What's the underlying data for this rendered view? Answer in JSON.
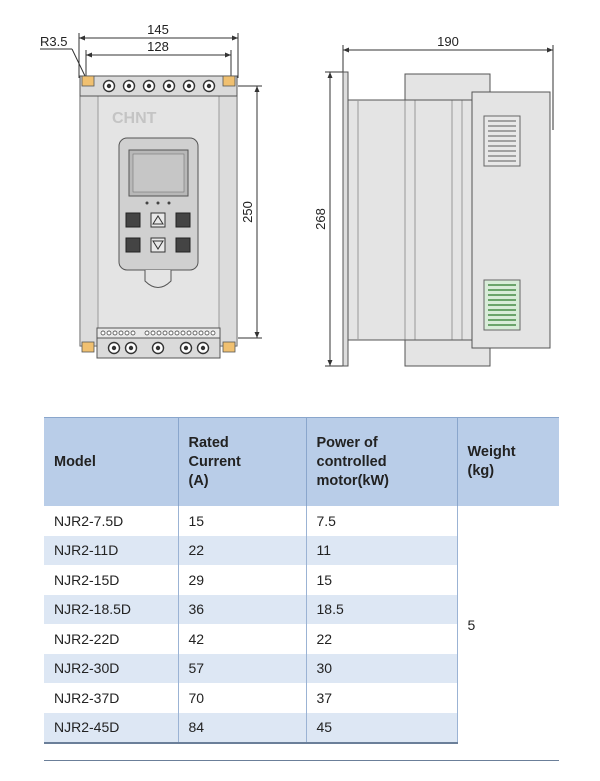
{
  "front_view": {
    "dimensions": {
      "total_width": "145",
      "hole_spacing": "128",
      "hole_radius": "R3.5",
      "hole_height": "250"
    },
    "brand": "CHNT"
  },
  "side_view": {
    "dimensions": {
      "depth": "190",
      "total_height": "268"
    }
  },
  "table": {
    "headers": {
      "model": "Model",
      "rated_current": [
        "Rated",
        "Current",
        "(A)"
      ],
      "power": [
        "Power of",
        "controlled",
        "motor(kW)"
      ],
      "weight": [
        "Weight",
        "(kg)"
      ]
    },
    "rows": [
      {
        "model": "NJR2-7.5D",
        "current": "15",
        "power": "7.5"
      },
      {
        "model": "NJR2-11D",
        "current": "22",
        "power": "11"
      },
      {
        "model": "NJR2-15D",
        "current": "29",
        "power": "15"
      },
      {
        "model": "NJR2-18.5D",
        "current": "36",
        "power": "18.5"
      },
      {
        "model": "NJR2-22D",
        "current": "42",
        "power": "22"
      },
      {
        "model": "NJR2-30D",
        "current": "57",
        "power": "30"
      },
      {
        "model": "NJR2-37D",
        "current": "70",
        "power": "37"
      },
      {
        "model": "NJR2-45D",
        "current": "84",
        "power": "45"
      }
    ],
    "weight_value": "5"
  },
  "colors": {
    "header_bg": "#b9cde8",
    "stripe_bg": "#dde7f4",
    "body_gray": "#e4e4e4"
  }
}
